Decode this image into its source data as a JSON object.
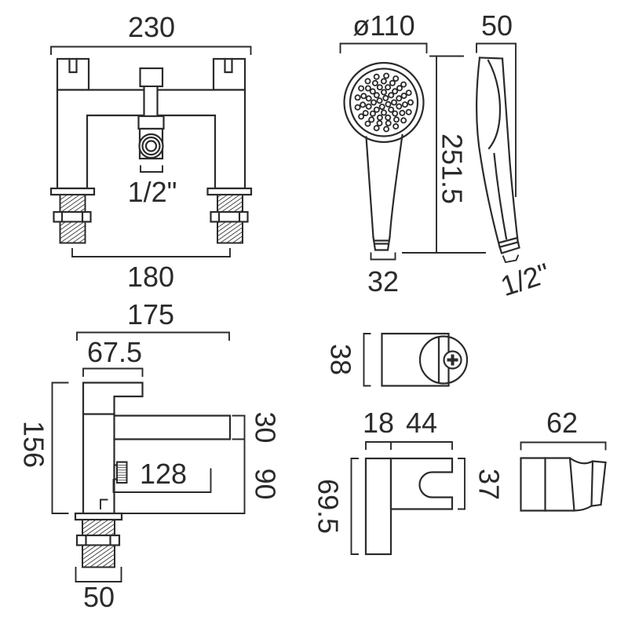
{
  "title": "Bath shower mixer, handset and wall bracket technical drawing",
  "colors": {
    "line": "#2b2b2b",
    "background": "#ffffff"
  },
  "views": {
    "mixer_front": {
      "label": "bath-shower-mixer-front-view",
      "dim_overall_width": "230",
      "dim_connection": "1/2\"",
      "dim_tail_centres": "180"
    },
    "handset_front": {
      "label": "shower-handset-front-view",
      "dim_head_diameter": "ø110",
      "dim_length": "251.5",
      "dim_outlet_width": "32"
    },
    "handset_side": {
      "label": "shower-handset-side-view",
      "dim_depth": "50",
      "dim_connection": "1/2\""
    },
    "mixer_side": {
      "label": "bath-shower-mixer-side-view",
      "dim_overall_depth": "175",
      "dim_handle_projection": "67.5",
      "dim_height": "156",
      "dim_spout_section": "30",
      "dim_spout_height": "90",
      "dim_spout_reach": "128",
      "dim_tail_width": "50"
    },
    "bracket_top": {
      "label": "wall-bracket-top-view",
      "dim_height": "38"
    },
    "bracket_side": {
      "label": "wall-bracket-side-view",
      "dim_wall_plate_depth": "18",
      "dim_projection": "44",
      "dim_cup_height": "37",
      "dim_overall_height": "69.5"
    },
    "bracket_front": {
      "label": "wall-bracket-front-view",
      "dim_width": "62"
    }
  }
}
